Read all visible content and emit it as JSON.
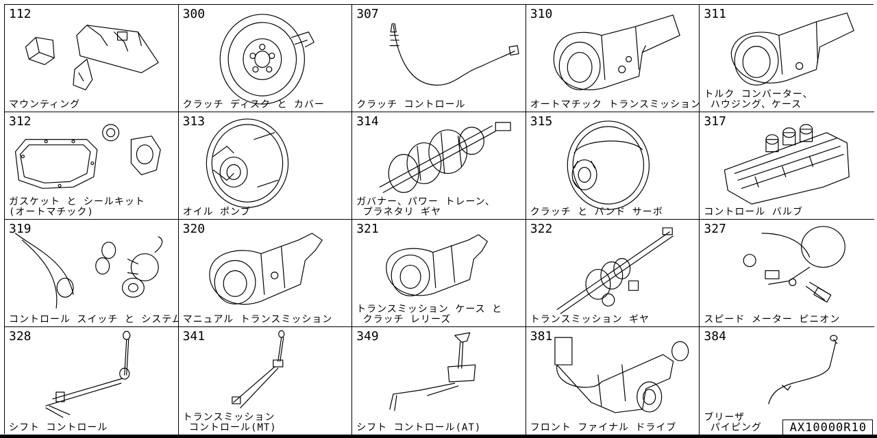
{
  "doc_id": "AX10000R10",
  "cells": [
    {
      "code": "112",
      "label": "マウンティング",
      "icon": "mounting-brackets"
    },
    {
      "code": "300",
      "label": "クラッチ ディスク と カバー",
      "icon": "clutch-disc"
    },
    {
      "code": "307",
      "label": "クラッチ コントロール",
      "icon": "clutch-cable"
    },
    {
      "code": "310",
      "label": "オートマチック トランスミッション",
      "icon": "auto-transmission"
    },
    {
      "code": "311",
      "label": "トルク コンバーター、\n ハウジング、ケース",
      "icon": "torque-converter-housing"
    },
    {
      "code": "312",
      "label": "ガスケット と シールキット\n(オートマチック)",
      "icon": "gasket-seal-kit"
    },
    {
      "code": "313",
      "label": "オイル ポンプ",
      "icon": "oil-pump"
    },
    {
      "code": "314",
      "label": "ガバナー、パワー トレーン、\n プラネタリ ギヤ",
      "icon": "governor-gear-train"
    },
    {
      "code": "315",
      "label": "クラッチ と バンド サーボ",
      "icon": "clutch-drum"
    },
    {
      "code": "317",
      "label": "コントロール バルブ",
      "icon": "control-valve"
    },
    {
      "code": "319",
      "label": "コントロール スイッチ と システム",
      "icon": "control-switch"
    },
    {
      "code": "320",
      "label": "マニュアル トランスミッション",
      "icon": "manual-transmission"
    },
    {
      "code": "321",
      "label": "トランスミッション ケース と\n クラッチ レリーズ",
      "icon": "transmission-case"
    },
    {
      "code": "322",
      "label": "トランスミッション ギヤ",
      "icon": "transmission-gear-shaft"
    },
    {
      "code": "327",
      "label": "スピード メーター ピニオン",
      "icon": "speedometer-pinion"
    },
    {
      "code": "328",
      "label": "シフト コントロール",
      "icon": "shift-lever"
    },
    {
      "code": "341",
      "label": "トランスミッション\n コントロール(MT)",
      "icon": "shift-rod"
    },
    {
      "code": "349",
      "label": "シフト コントロール(AT)",
      "icon": "at-shift-lever"
    },
    {
      "code": "381",
      "label": "フロント ファイナル ドライブ",
      "icon": "final-drive"
    },
    {
      "code": "384",
      "label": "ブリーザ\n パイピング",
      "icon": "breather-pipe"
    }
  ]
}
